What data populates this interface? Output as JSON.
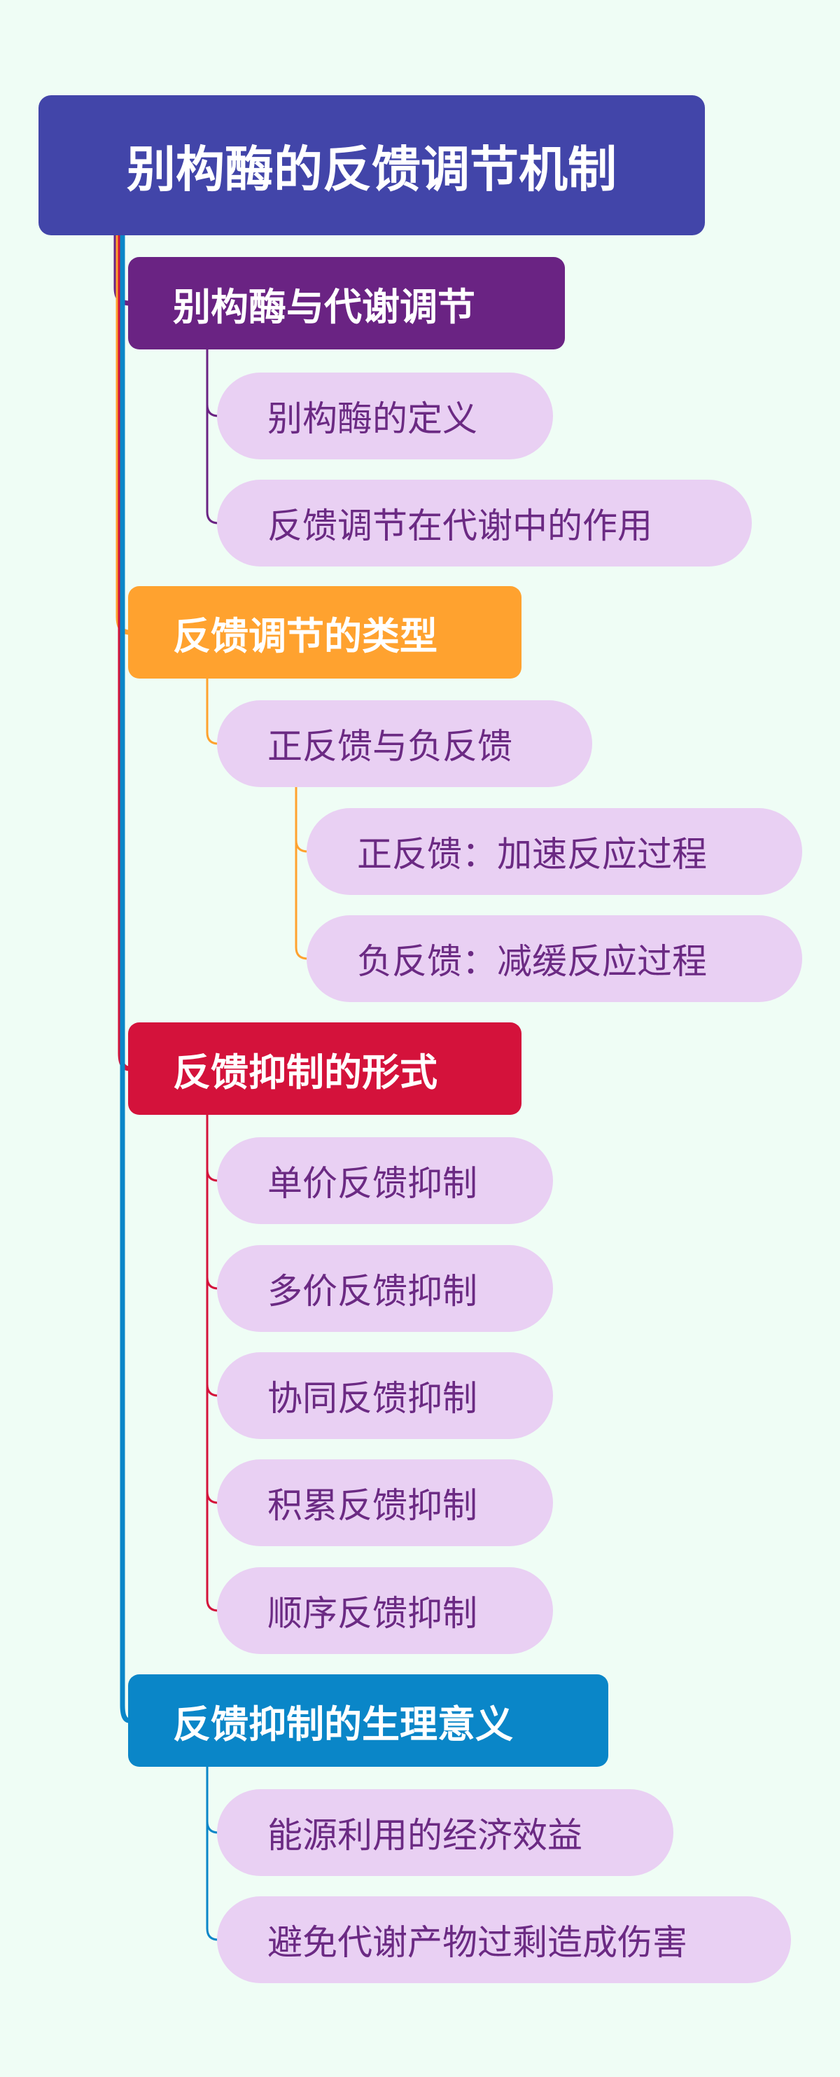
{
  "root": {
    "title": "别构酶的反馈调节机制",
    "color": "#4245a9"
  },
  "sections": [
    {
      "title": "别构酶与代谢调节",
      "color": "#6a2383",
      "items": [
        {
          "label": "别构酶的定义"
        },
        {
          "label": "反馈调节在代谢中的作用"
        }
      ]
    },
    {
      "title": "反馈调节的类型",
      "color": "#ffa22f",
      "items": [
        {
          "label": "正反馈与负反馈",
          "children": [
            {
              "label": "正反馈：加速反应过程"
            },
            {
              "label": "负反馈：减缓反应过程"
            }
          ]
        }
      ]
    },
    {
      "title": "反馈抑制的形式",
      "color": "#d4123b",
      "items": [
        {
          "label": "单价反馈抑制"
        },
        {
          "label": "多价反馈抑制"
        },
        {
          "label": "协同反馈抑制"
        },
        {
          "label": "积累反馈抑制"
        },
        {
          "label": "顺序反馈抑制"
        }
      ]
    },
    {
      "title": "反馈抑制的生理意义",
      "color": "#0a86c8",
      "items": [
        {
          "label": "能源利用的经济效益"
        },
        {
          "label": "避免代谢产物过剩造成伤害"
        }
      ]
    }
  ]
}
